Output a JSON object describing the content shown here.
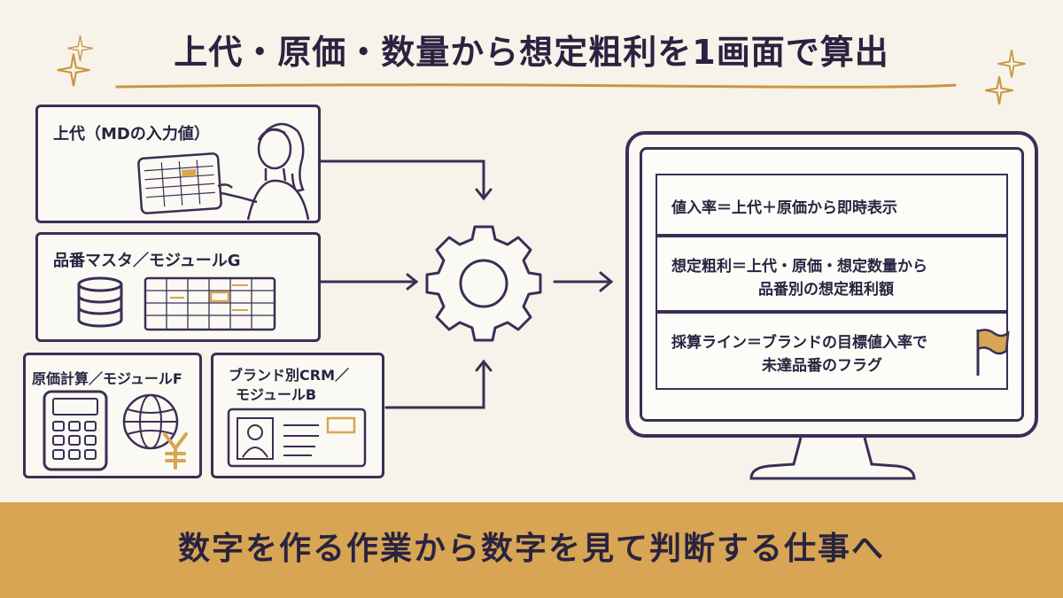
{
  "title": "上代・原価・数量から想定粗利を1画面で算出",
  "sources": {
    "jodai": {
      "label": "上代（MDの入力値）"
    },
    "hinban": {
      "label": "品番マスタ／モジュールG"
    },
    "genka": {
      "label": "原価計算／モジュールF"
    },
    "crm": {
      "label_line1": "ブランド別CRM／",
      "label_line2": "モジュールB"
    }
  },
  "monitor": {
    "items": [
      {
        "line1": "値入率＝上代＋原価から即時表示"
      },
      {
        "line1": "想定粗利＝上代・原価・想定数量から",
        "line2": "品番別の想定粗利額"
      },
      {
        "line1": "採算ライン＝ブランドの目標値入率で",
        "line2": "未達品番のフラグ"
      }
    ]
  },
  "banner": {
    "text": "数字を作る作業から数字を見て判断する仕事へ"
  },
  "colors": {
    "ink": "#3a2f55",
    "accent": "#d7a553",
    "background": "#f7f3ea"
  },
  "icons": [
    "person-tablet-icon",
    "database-icon",
    "spreadsheet-icon",
    "calculator-icon",
    "globe-icon",
    "yen-icon",
    "id-card-icon",
    "gear-icon",
    "monitor-icon",
    "flag-icon",
    "sparkle-icon"
  ]
}
